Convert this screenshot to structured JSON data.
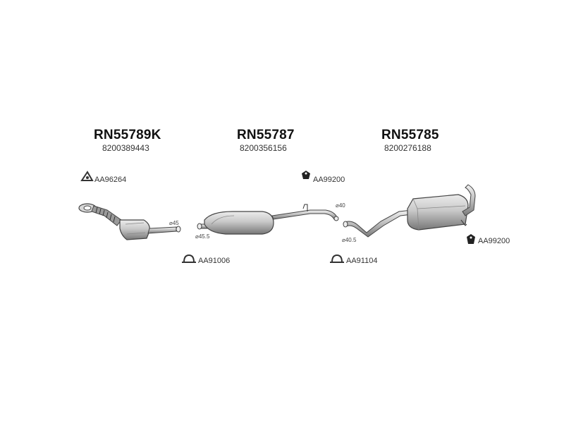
{
  "parts": [
    {
      "code": "RN55789K",
      "oe": "8200389443"
    },
    {
      "code": "RN55787",
      "oe": "8200356156"
    },
    {
      "code": "RN55785",
      "oe": "8200276188"
    }
  ],
  "accessories": {
    "clamp_left": "AA96264",
    "hanger_mid": "AA99200",
    "clamp_mid_bottom": "AA91006",
    "clamp_right_bottom": "AA91104",
    "hanger_right": "AA99200"
  },
  "dimensions": {
    "d45": "⌀45",
    "d45_5": "⌀45.5",
    "d40": "⌀40",
    "d40_5": "⌀40.5"
  }
}
